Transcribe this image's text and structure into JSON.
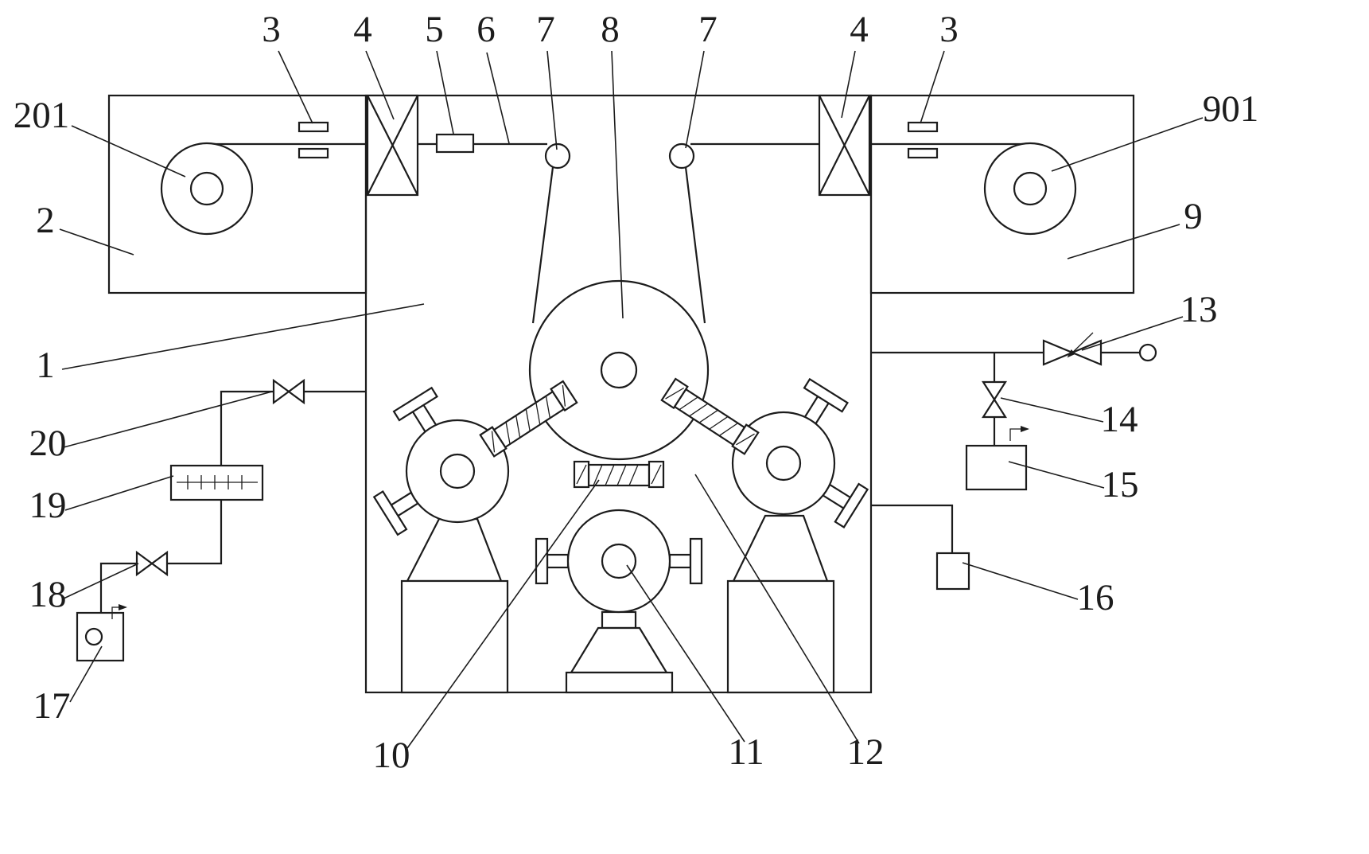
{
  "meta": {
    "background": "#ffffff",
    "line_color": "#1c1c1c",
    "figure_type": "patent-line-drawing"
  },
  "labels": {
    "n3_left": "3",
    "n4_left": "4",
    "n5": "5",
    "n6": "6",
    "n7_left": "7",
    "n8": "8",
    "n7_right": "7",
    "n4_right": "4",
    "n3_right": "3",
    "n201": "201",
    "n2": "2",
    "n1": "1",
    "n20": "20",
    "n19": "19",
    "n18": "18",
    "n17": "17",
    "n901": "901",
    "n9": "9",
    "n13": "13",
    "n14": "14",
    "n15": "15",
    "n16": "16",
    "n10": "10",
    "n11": "11",
    "n12": "12"
  }
}
